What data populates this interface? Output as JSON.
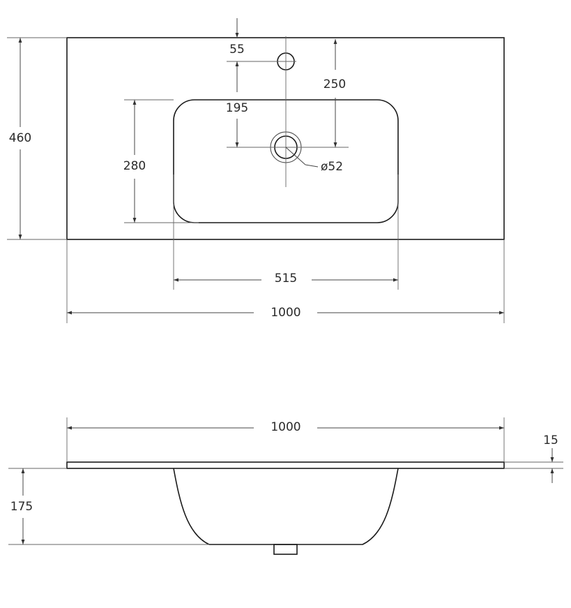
{
  "top_view": {
    "overall_height": "460",
    "tap_hole_offset": "55",
    "tap_to_drain": "250",
    "rim_to_drain": "195",
    "bowl_depth_plan": "280",
    "drain_diameter": "ø52",
    "bowl_width": "515",
    "overall_width": "1000"
  },
  "side_view": {
    "overall_width": "1000",
    "top_thickness": "15",
    "bowl_depth": "175"
  },
  "colors": {
    "outline": "#1a1a1a",
    "dimension_line": "#444444",
    "text": "#2a2a2a",
    "background": "#ffffff"
  }
}
